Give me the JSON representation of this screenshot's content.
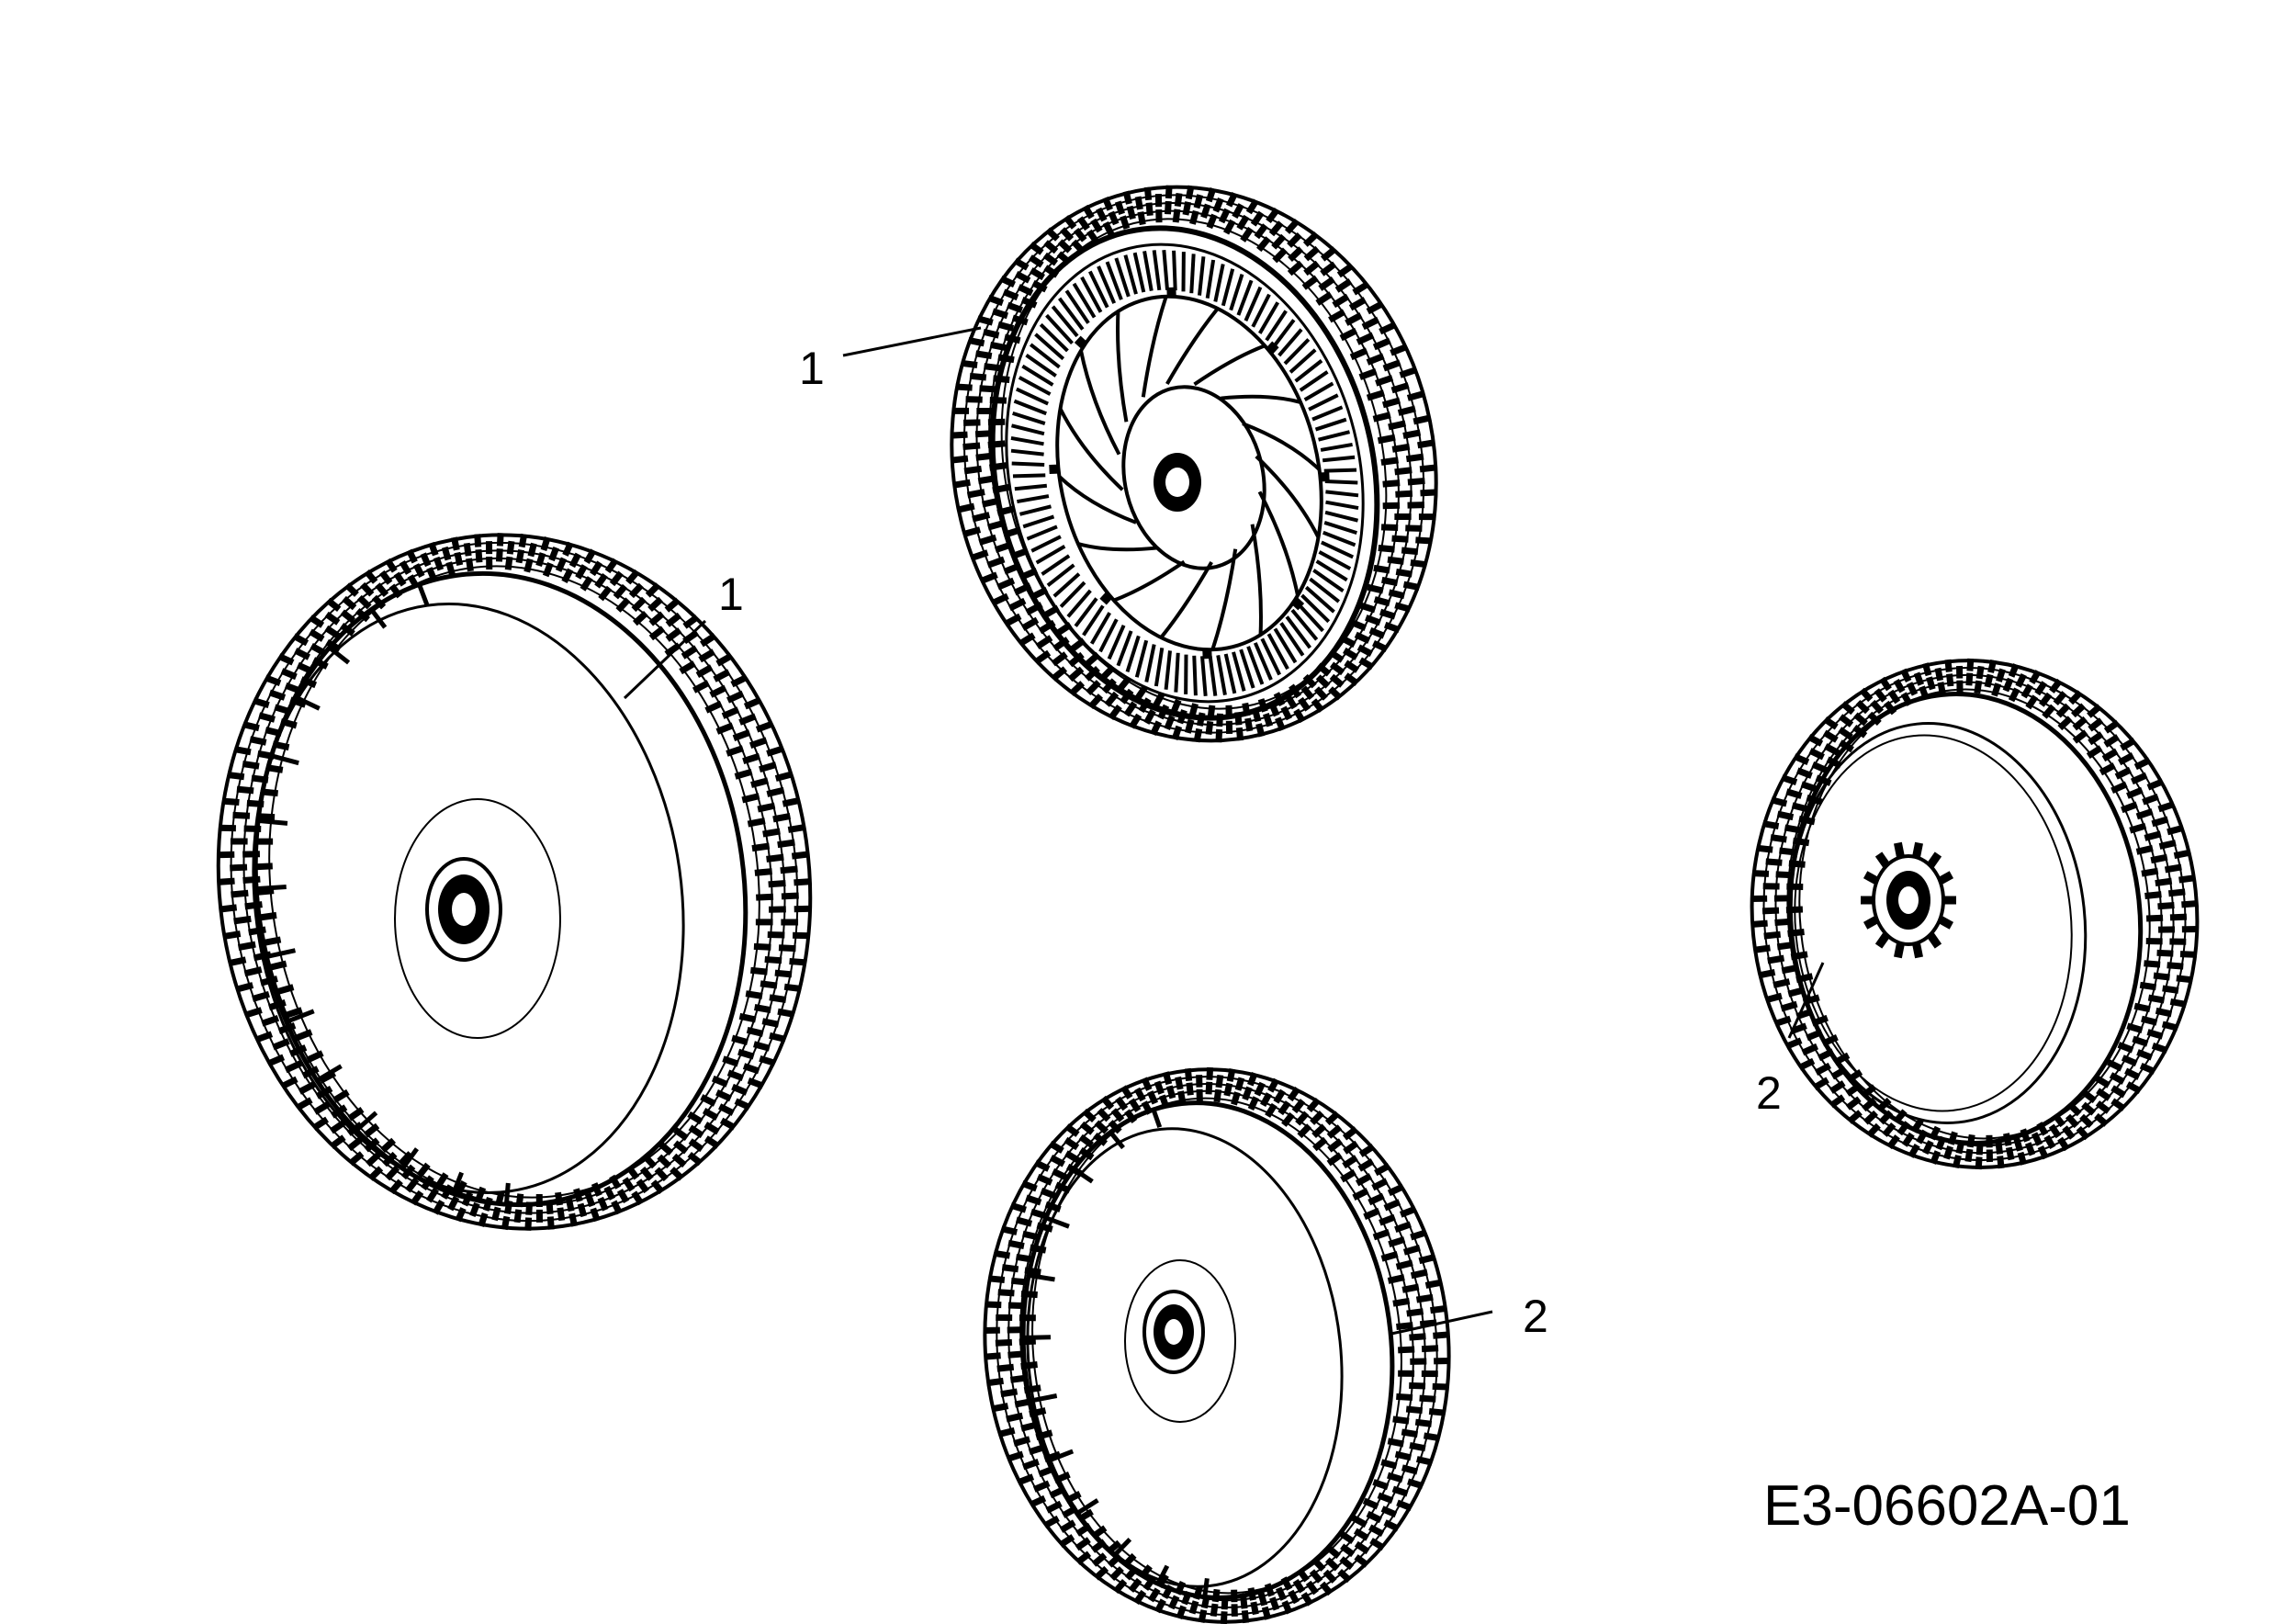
{
  "parts": [
    {
      "id": "wheel-top-drive",
      "callout": "1",
      "view": "inner-gear"
    },
    {
      "id": "wheel-left-rear",
      "callout": "1",
      "view": "outer-hubcap"
    },
    {
      "id": "wheel-right-front",
      "callout": "2",
      "view": "outer-sprocket"
    },
    {
      "id": "wheel-bottom-front",
      "callout": "2",
      "view": "outer-hubcap"
    }
  ],
  "drawing_code": "E3-06602A-01",
  "colors": {
    "ink": "#000000",
    "background": "#ffffff"
  }
}
